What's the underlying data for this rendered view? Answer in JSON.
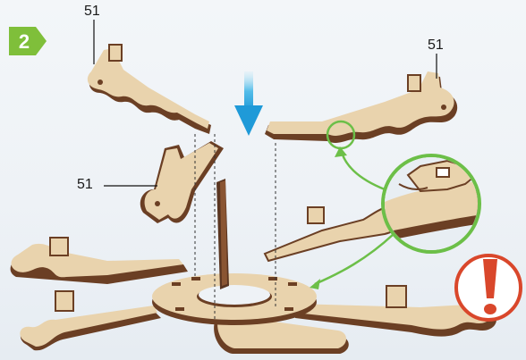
{
  "step": {
    "number": "2"
  },
  "callouts": {
    "top_left": "51",
    "top_right": "51",
    "left": "51"
  },
  "colors": {
    "step_badge": "#7fbf3a",
    "arrow": "#2aa8e0",
    "zoom_ring": "#6cbf48",
    "warning_ring": "#d9472b",
    "wood_face": "#e9d3ad",
    "wood_edge": "#6b3f24"
  },
  "icons": {
    "warning": "exclamation-mark-icon",
    "direction": "down-arrow-icon"
  }
}
